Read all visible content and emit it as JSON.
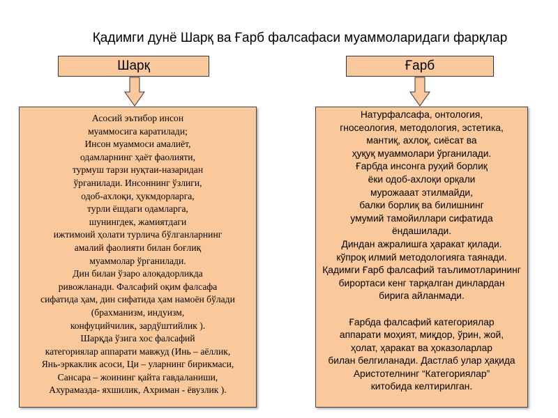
{
  "title": "Қадимги дунё Шарқ ва Ғарб фалсафаси муаммоларидаги фарқлар",
  "left": {
    "header": "Шарқ",
    "lines": [
      "Асосий  эътибор инсон",
      "муаммосига  каратилади;",
      "Инсон муаммоси амалиёт,",
      "одамларнинг  ҳаёт фаолияти,",
      "турмуш тарзи нуқтаи-назаридан",
      "ўрганилади. Инсоннинг ўзлиги,",
      "одоб-ахлоқи, ҳукмдорларга,",
      "турли ёшдаги одамларга,",
      "шунингдек, жамиятдаги",
      "ижтимоий ҳолати турлича бўлганларнинг",
      "амалий фаолияти билан боғлиқ",
      "муаммолар ўрганилади.",
      "Дин билан ўзаро алоқадорликда",
      "ривожланади. Фалсафий оқим фалсафа",
      "сифатида ҳам, дин сифатида ҳам намоён бўлади",
      "(брахманизм, индуизм,",
      "конфуцийчилик,  зардўштийлик ).",
      "Шарқда ўзига хос фалсафий",
      "категориялар аппарати мавжуд  (Инь – аёллик,",
      "Янь-эркаклик асоси, Ци – уларнинг бирикмаси,",
      "Сансара – жоининг қайта гавдаланиши,",
      "Ахурамазда- яхшилик, Ахриман - ёвузлик )."
    ]
  },
  "right": {
    "header": "Ғарб",
    "lines_a": [
      "Натурфалсафа, онтология,",
      "гносеология, методология, эстетика,",
      "мантиқ, ахлоқ, сиёсат ва",
      "ҳуқуқ муаммолари ўрганилади.",
      "Ғарбда инсонга руҳий борлиқ",
      "ёки одоб-ахлоқи орқали",
      "мурожааат этилмайди,",
      "балки борлиқ ва билишнинг",
      "умумий тамойиллари сифатида",
      "ёндашилади.",
      "Диндан ажралишга ҳаракат қилади.",
      "кўпроқ илмий методологияга таянади.",
      "Қадимги Ғарб фалсафий таълимотларининг",
      "бирортаси кенг тарқалган динлардан",
      "бирига айланмади."
    ],
    "lines_b": [
      "Ғарбда фалсафий категориялар",
      "аппарати моҳият, миқдор, ўрин, жой,",
      "ҳолат, ҳаракат ва ҳоказоларлар",
      "билан белгиланади. Дастлаб улар ҳақида",
      "Аристотелнинг “Категориялар”",
      "китобида келтирилган."
    ]
  }
}
